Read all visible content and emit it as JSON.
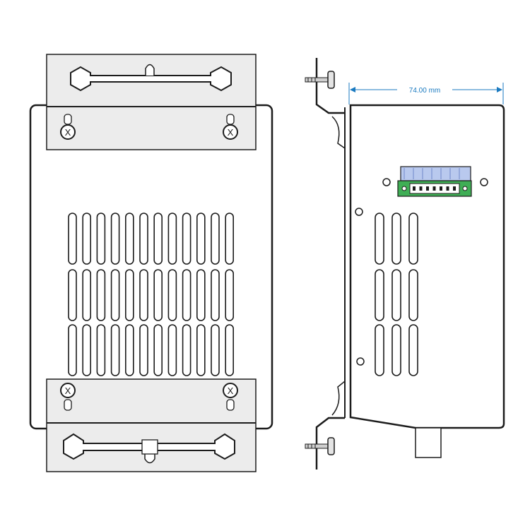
{
  "dimension": {
    "width_label": "74.00 mm",
    "color": "#1a7ac0"
  },
  "colors": {
    "line": "#1c1c1c",
    "bracket_fill": "#ececec",
    "body_fill": "#ffffff",
    "terminal_blue": "#b9c9ee",
    "terminal_green": "#3fae55"
  },
  "front_view": {
    "vent_columns": 12,
    "vent_rows": 3,
    "screw_glyph": "X"
  },
  "side_view": {
    "vent_columns": 3,
    "vent_rows": 3,
    "terminal_pins": 7
  }
}
